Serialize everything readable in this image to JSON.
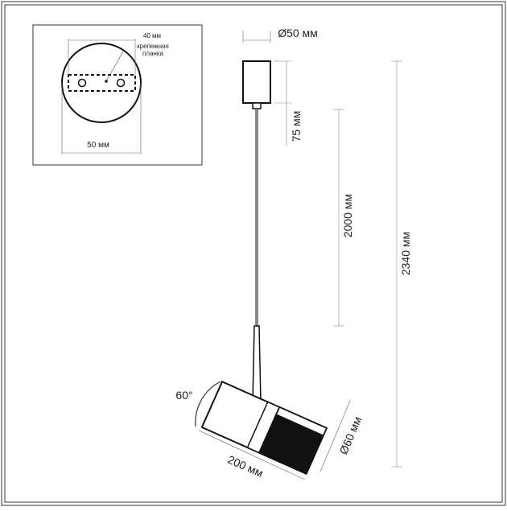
{
  "inset": {
    "mount_width_label": "40 мм",
    "plate_label_line1": "крепежная",
    "plate_label_line2": "планка",
    "canopy_width_label": "50 мм"
  },
  "dimensions": {
    "canopy_diameter": "Ø50 мм",
    "canopy_height": "75 мм",
    "rod_length": "2000 мм",
    "total_height": "2340 мм",
    "tilt_angle": "60°",
    "head_length": "200 мм",
    "head_diameter": "Ø60 мм"
  }
}
